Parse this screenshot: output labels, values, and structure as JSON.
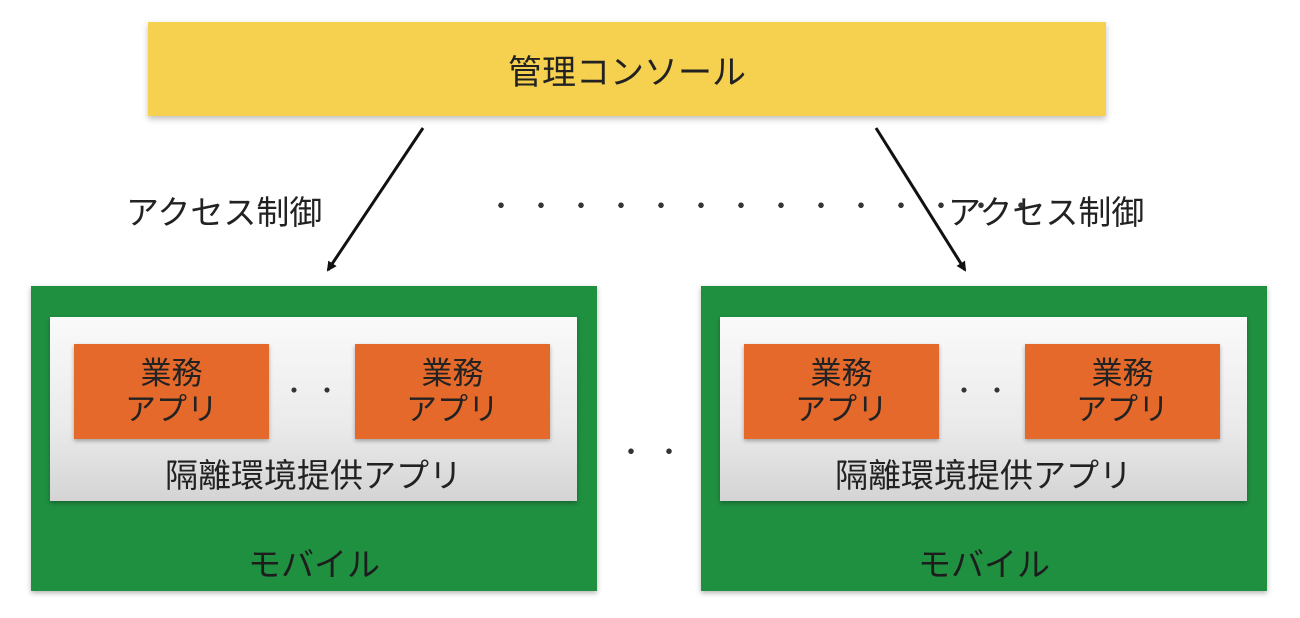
{
  "console": {
    "label": "管理コンソール"
  },
  "access_control_label": "アクセス制御",
  "ellipsis_wide": "・・・・・・・・・・・・・・",
  "ellipsis_short": "・・・",
  "mobiles": [
    {
      "label": "モバイル",
      "container_label": "隔離環境提供アプリ",
      "apps": [
        {
          "line1": "業務",
          "line2": "アプリ"
        },
        {
          "line1": "業務",
          "line2": "アプリ"
        }
      ]
    },
    {
      "label": "モバイル",
      "container_label": "隔離環境提供アプリ",
      "apps": [
        {
          "line1": "業務",
          "line2": "アプリ"
        },
        {
          "line1": "業務",
          "line2": "アプリ"
        }
      ]
    }
  ],
  "colors": {
    "console": "#f6d04f",
    "mobile": "#1f8f40",
    "app": "#e5692b",
    "container": "#e6e6e6"
  }
}
